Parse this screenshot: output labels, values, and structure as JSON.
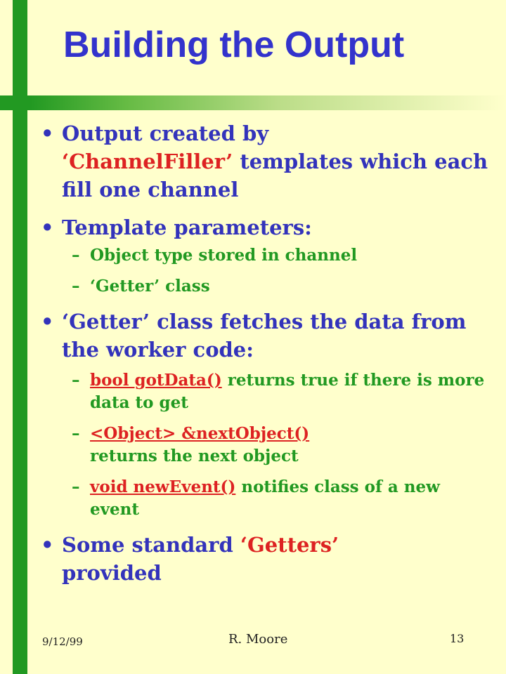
{
  "slide": {
    "title": "Building the Output",
    "b1": {
      "line1": "Output created by",
      "quote": "‘ChannelFiller’",
      "rest": "templates which each fill one channel"
    },
    "b2": {
      "text": "Template parameters:"
    },
    "b2_subs": [
      "Object type stored in channel",
      "‘Getter’ class"
    ],
    "b3": {
      "text": "‘Getter’ class fetches the data from the worker code:"
    },
    "b3_subs": [
      {
        "code": "bool gotData()",
        "rest": "returns true if there is more data to get"
      },
      {
        "code": "<Object> &nextObject()",
        "rest": "returns the next object"
      },
      {
        "code": "void newEvent()",
        "rest": "notifies class of a new event"
      }
    ],
    "b4": {
      "text": "Some standard",
      "quote": "‘Getters’",
      "rest": "provided"
    },
    "bullet_glyph": "•",
    "dash_glyph": "–"
  },
  "footer": {
    "date": "9/12/99",
    "author": "R. Moore",
    "page": "13"
  },
  "colors": {
    "title": "#3333cc",
    "bullet": "#3333bb",
    "sub": "#229922",
    "highlight": "#dd2222",
    "bar": "#229922",
    "background": "#ffffcc"
  }
}
